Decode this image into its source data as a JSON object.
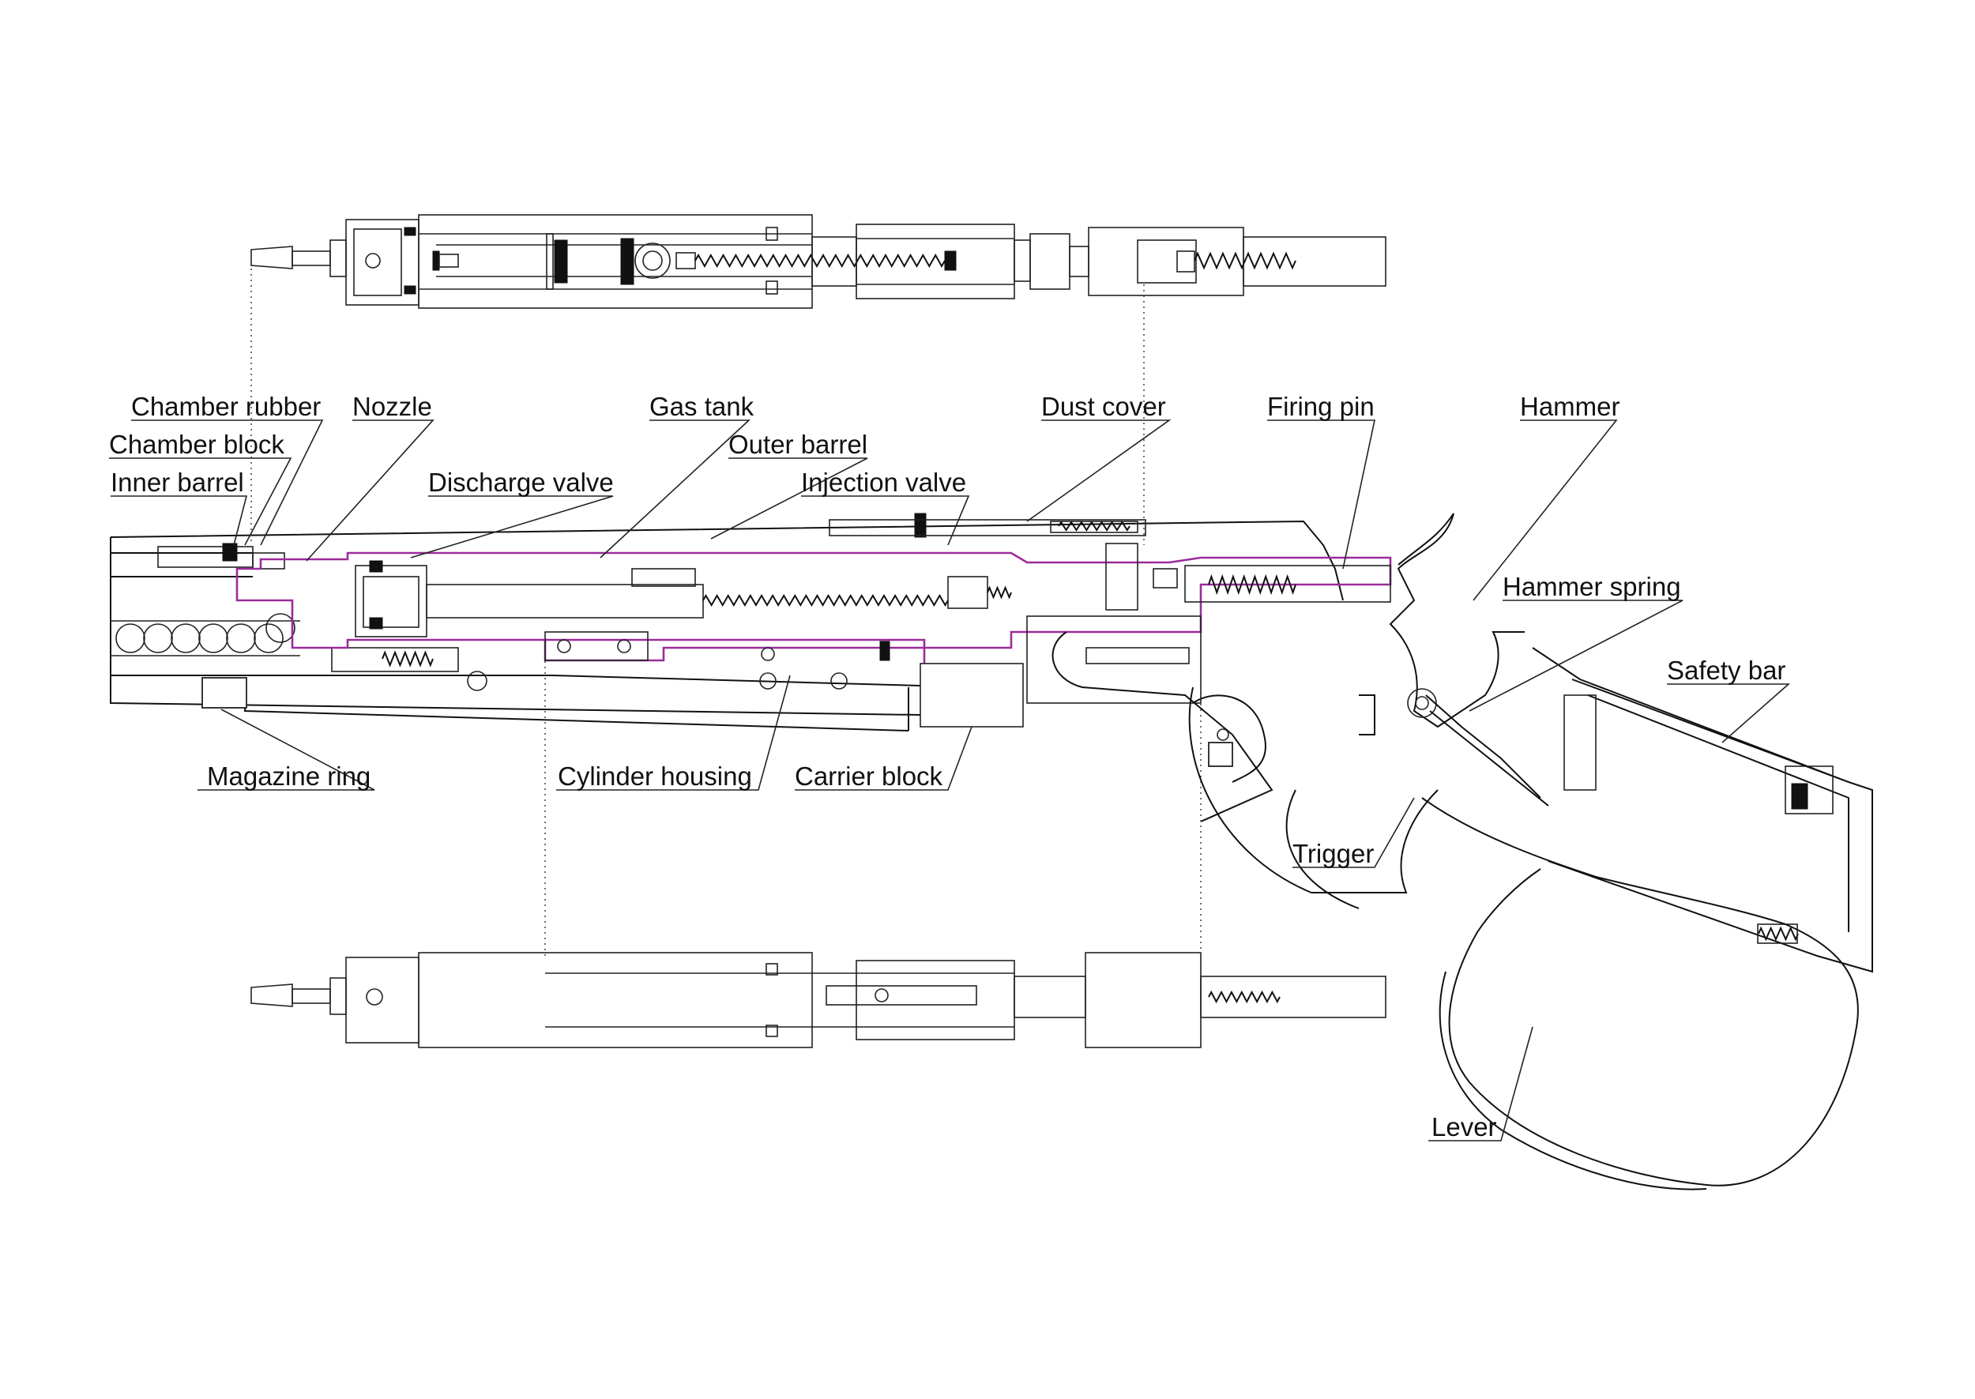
{
  "colors": {
    "line": "#111111",
    "highlight": "#9b2c9b",
    "background": "#ffffff"
  },
  "labels": {
    "chamber_rubber": "Chamber rubber",
    "nozzle": "Nozzle",
    "gas_tank": "Gas tank",
    "dust_cover": "Dust cover",
    "firing_pin": "Firing pin",
    "hammer": "Hammer",
    "chamber_block": "Chamber block",
    "outer_barrel": "Outer barrel",
    "inner_barrel": "Inner barrel",
    "discharge_valve": "Discharge valve",
    "injection_valve": "Injection valve",
    "hammer_spring": "Hammer spring",
    "safety_bar": "Safety bar",
    "magazine_ring": "Magazine ring",
    "cylinder_housing": "Cylinder housing",
    "carrier_block": "Carrier block",
    "trigger": "Trigger",
    "lever": "Lever"
  }
}
